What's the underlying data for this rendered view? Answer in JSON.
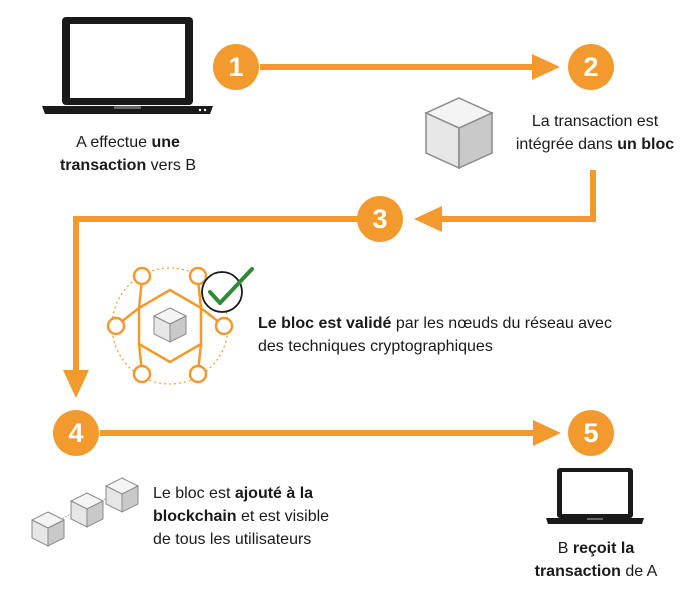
{
  "colors": {
    "accent": "#f39a2e",
    "check": "#2e8b3a",
    "text": "#1a1a1a"
  },
  "steps": [
    {
      "number": "1"
    },
    {
      "number": "2"
    },
    {
      "number": "3"
    },
    {
      "number": "4"
    },
    {
      "number": "5"
    }
  ],
  "captions": {
    "step1": {
      "pre": "A effectue ",
      "bold1": "une",
      "bold2": "transaction",
      "post": " vers B"
    },
    "step2": {
      "line1": "La transaction est",
      "pre": "intégrée dans ",
      "bold": "un bloc"
    },
    "step3": {
      "bold": "Le bloc est validé",
      "post": " par les nœuds du réseau avec",
      "line2": "des techniques cryptographiques"
    },
    "step4": {
      "pre": "Le bloc est ",
      "bold1": "ajouté à la",
      "bold2": "blockchain",
      "post": " et est visible",
      "line3": "de tous les utilisateurs"
    },
    "step5": {
      "pre": "B ",
      "bold1": "reçoit la",
      "bold2": "transaction",
      "post": " de A"
    }
  },
  "icons": [
    "laptop-icon",
    "cube-icon",
    "network-validation-icon",
    "checkmark-icon",
    "blockchain-icon",
    "laptop-icon"
  ]
}
